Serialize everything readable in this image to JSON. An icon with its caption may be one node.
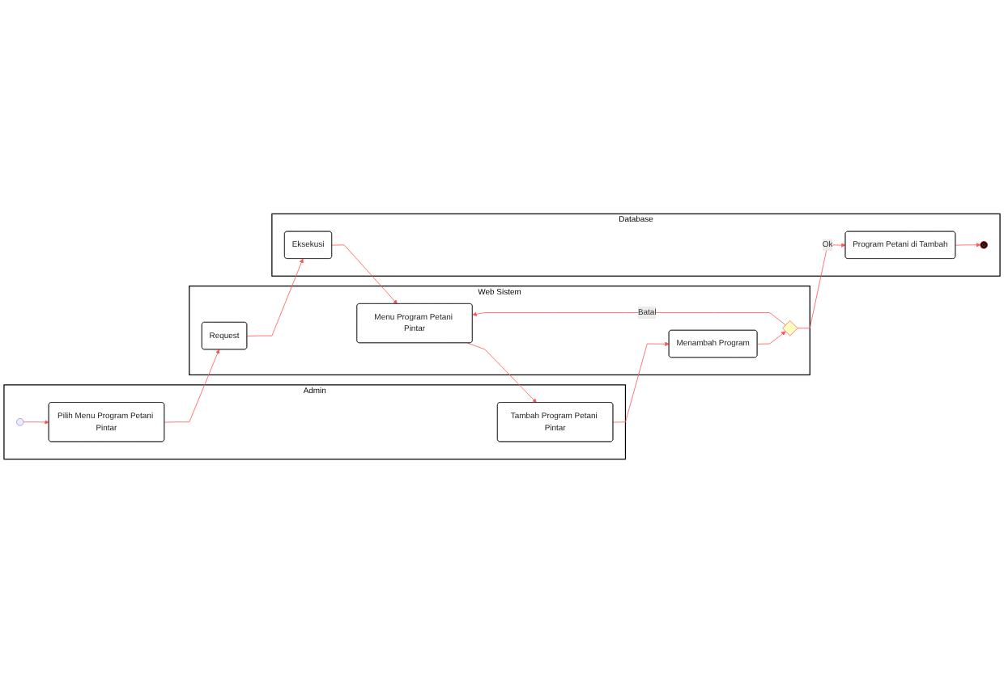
{
  "diagram": {
    "nodes": [
      {
        "text": [
          "Admin"
        ]
      },
      {
        "text": [
          "Web Sistem"
        ]
      },
      {
        "text": [
          "Database"
        ]
      },
      {
        "text": [],
        "shape": "circle",
        "in": 0
      },
      {
        "text": [
          "Pilih Menu Program Petani Pintar"
        ],
        "in": 0
      },
      {
        "text": [
          "Request"
        ],
        "in": 1
      },
      {
        "text": [
          "Eksekusi"
        ],
        "in": 2
      },
      {
        "text": [
          "Tambah Program Petani Pintar"
        ],
        "in": 0
      },
      {
        "text": [
          "Menu Program Petani Pintar"
        ],
        "in": 1
      },
      {
        "text": [
          "Menambah Program"
        ],
        "in": 1
      },
      {
        "text": [],
        "shape": "diamond",
        "in": 1
      },
      {
        "text": [
          "Program Petani di Tambah"
        ],
        "in": 2
      },
      {
        "text": [],
        "shape": "circle",
        "in": 2
      }
    ],
    "edges": [
      {
        "from": 3,
        "to": 4,
        "arrow": "to"
      },
      {
        "from": 4,
        "to": 5,
        "arrow": "to"
      },
      {
        "from": 5,
        "to": 6,
        "arrow": "to"
      },
      {
        "from": 6,
        "to": 8,
        "arrow": "to"
      },
      {
        "from": 8,
        "to": 7,
        "arrow": "to"
      },
      {
        "from": 7,
        "to": 9,
        "arrow": "to"
      },
      {
        "from": 9,
        "to": 10,
        "arrow": "to"
      },
      {
        "from": 10,
        "to": 8,
        "label": "Batal",
        "arrow": "to"
      },
      {
        "from": 10,
        "to": 11,
        "label": "Ok",
        "arrow": "to"
      },
      {
        "from": 11,
        "to": 12,
        "arrow": "to"
      }
    ]
  }
}
